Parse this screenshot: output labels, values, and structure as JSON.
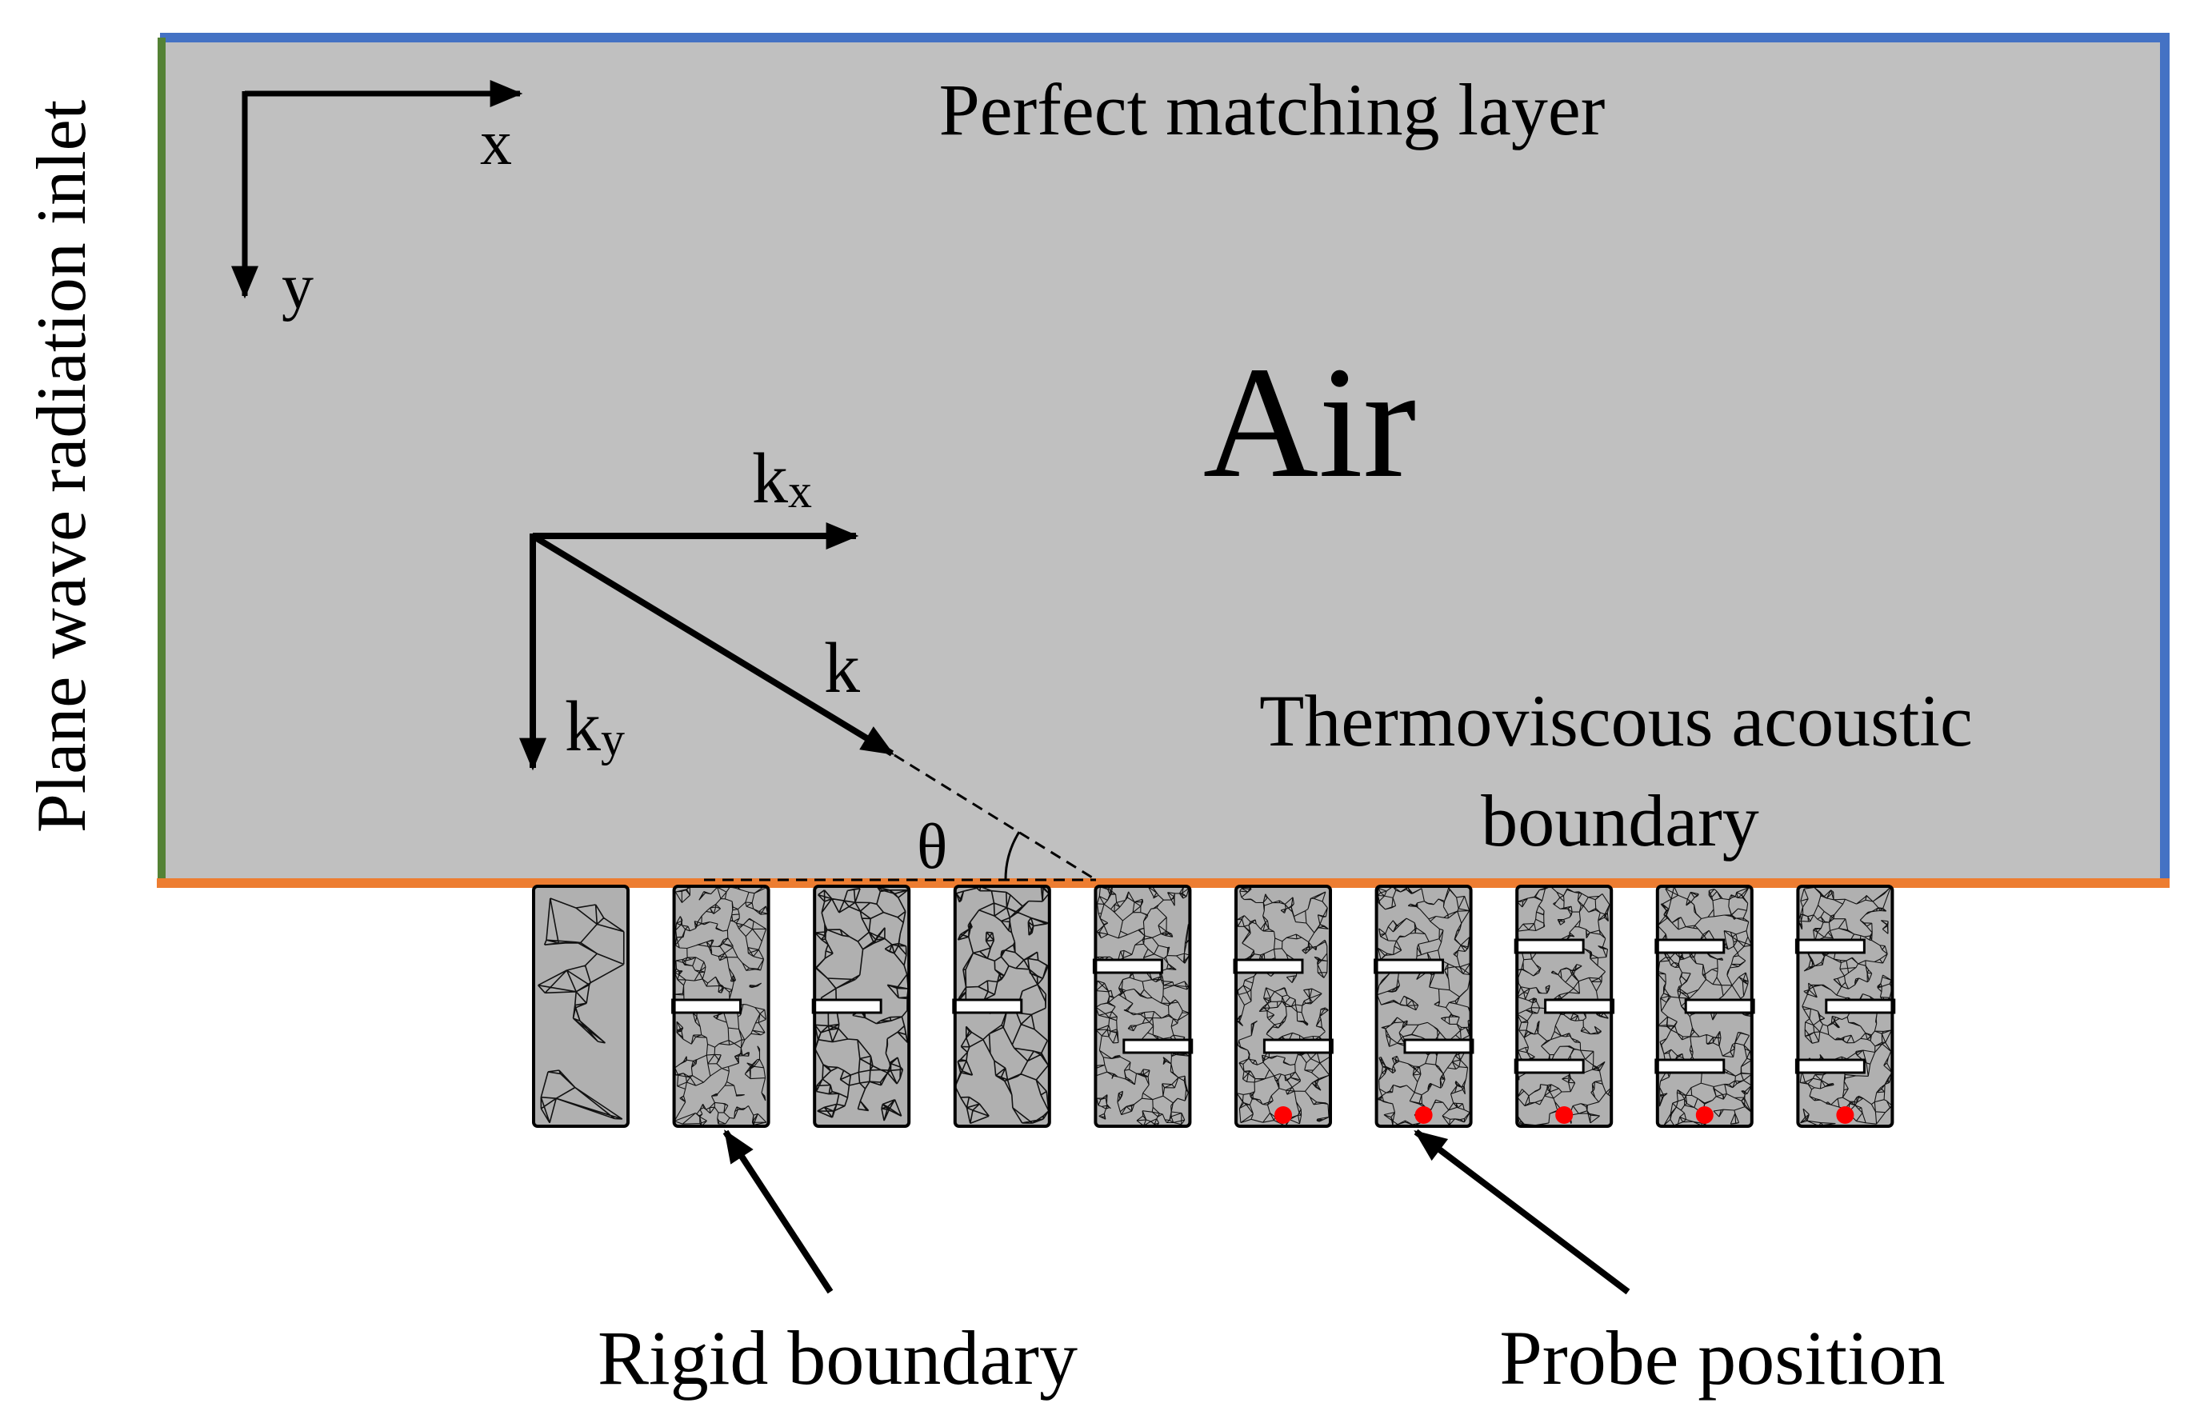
{
  "labels": {
    "inlet": "Plane wave radiation inlet",
    "pml": "Perfect matching layer",
    "air": "Air",
    "axis_x": "x",
    "axis_y": "y",
    "k": "k",
    "kx_base": "k",
    "kx_sub": "x",
    "ky_base": "k",
    "ky_sub": "y",
    "theta": "θ",
    "thermo_line1": "Thermoviscous acoustic",
    "thermo_line2": "boundary",
    "rigid": "Rigid boundary",
    "probe": "Probe position"
  },
  "colors": {
    "domain_fill": "#c0c0c0",
    "pml_boundary": "#4472c4",
    "inlet_boundary": "#548235",
    "thermo_boundary": "#ed7d31",
    "probe_dot": "#ff0000",
    "mesh_cell_fill": "#b0b0b0",
    "mesh_line": "#111111"
  },
  "cells": [
    {
      "id": 1,
      "turns": 0,
      "mesh": "coarse",
      "probe": false
    },
    {
      "id": 2,
      "turns": 1,
      "mesh": "fine",
      "probe": false
    },
    {
      "id": 3,
      "turns": 1,
      "mesh": "medium",
      "probe": false
    },
    {
      "id": 4,
      "turns": 1,
      "mesh": "medium",
      "probe": false
    },
    {
      "id": 5,
      "turns": 2,
      "mesh": "fine",
      "probe": false
    },
    {
      "id": 6,
      "turns": 2,
      "mesh": "fine",
      "probe": true
    },
    {
      "id": 7,
      "turns": 2,
      "mesh": "fine",
      "probe": true
    },
    {
      "id": 8,
      "turns": 3,
      "mesh": "fine",
      "probe": true
    },
    {
      "id": 9,
      "turns": 3,
      "mesh": "fine",
      "probe": true
    },
    {
      "id": 10,
      "turns": 3,
      "mesh": "fine",
      "probe": true
    }
  ]
}
